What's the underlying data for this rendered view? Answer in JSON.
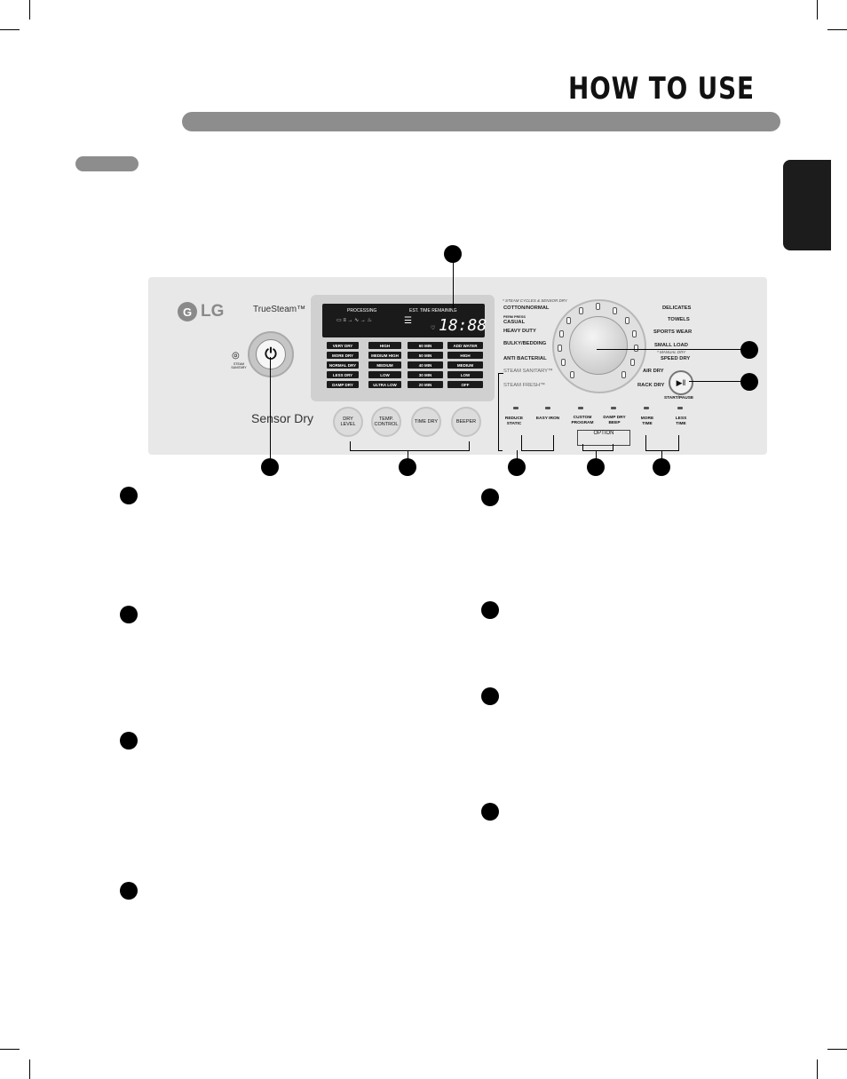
{
  "header": {
    "title": "HOW TO USE"
  },
  "panel": {
    "brand": "LG",
    "truesteam": "TrueSteam™",
    "power_icon": "power-icon",
    "steam_label": "STEAM SANITARY",
    "sensor_dry": "Sensor Dry",
    "lcd": {
      "processing": "PROCESSING",
      "est_time": "EST. TIME REMAINING",
      "digits": "18:88",
      "icons": "SENSOR DRY COOL DOWN WRINKLE CARE"
    },
    "grid": {
      "col1": [
        "VERY DRY",
        "MORE DRY",
        "NORMAL DRY",
        "LESS DRY",
        "DAMP DRY"
      ],
      "col2": [
        "HIGH",
        "MEDIUM HIGH",
        "MEDIUM",
        "LOW",
        "ULTRA LOW"
      ],
      "col3": [
        "60 MIN",
        "50 MIN",
        "40 MIN",
        "30 MIN",
        "20 MIN"
      ],
      "col4": [
        "ADD WATER",
        "HIGH",
        "MEDIUM",
        "LOW",
        "OFF"
      ]
    },
    "buttons": {
      "dry_level": "DRY LEVEL",
      "temp_control": "TEMP. CONTROL",
      "time_dry": "TIME DRY",
      "beeper": "BEEPER"
    },
    "dial_note": "* STEAM CYCLES & SENSOR DRY",
    "cycles_left": [
      "COTTON/NORMAL",
      "CASUAL",
      "HEAVY DUTY",
      "BULKY/BEDDING",
      "ANTI BACTERIAL",
      "STEAM SANITARY™",
      "STEAM FRESH™"
    ],
    "perm_press": "PERM PRESS",
    "cycles_right": [
      "DELICATES",
      "TOWELS",
      "SPORTS WEAR",
      "SMALL LOAD",
      "SPEED DRY",
      "AIR DRY",
      "RACK DRY"
    ],
    "manual_dry": "* MANUAL DRY",
    "start_pause": "START/PAUSE",
    "options": {
      "reduce_static": "REDUCE STATIC",
      "easy_iron": "EASY IRON",
      "custom_program": "CUSTOM PROGRAM",
      "damp_dry_beep": "DAMP DRY BEEP",
      "option_label": "OPTION",
      "more_time": "MORE TIME",
      "less_time": "LESS TIME"
    }
  }
}
